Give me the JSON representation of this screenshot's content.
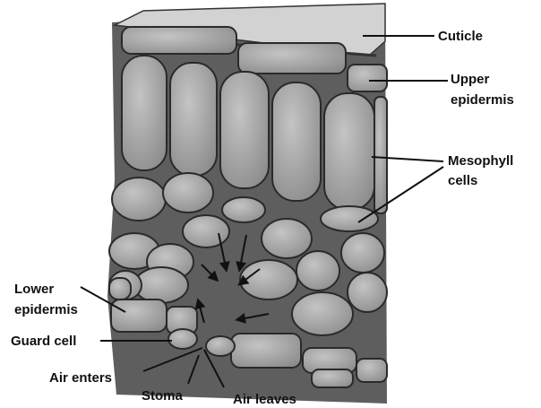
{
  "diagram": {
    "labels": {
      "cuticle": "Cuticle",
      "upper_epidermis_1": "Upper",
      "upper_epidermis_2": "epidermis",
      "mesophyll_1": "Mesophyll",
      "mesophyll_2": "cells",
      "lower_epidermis_1": "Lower",
      "lower_epidermis_2": "epidermis",
      "guard_cell": "Guard cell",
      "air_enters": "Air enters",
      "stoma": "Stoma",
      "air_leaves": "Air leaves"
    },
    "colors": {
      "cell_fill": "#a6a6a6",
      "cell_stroke": "#2a2a2a",
      "air_space": "#5e5e5e",
      "cuticle": "#d2d2d2",
      "text": "#111111"
    }
  }
}
